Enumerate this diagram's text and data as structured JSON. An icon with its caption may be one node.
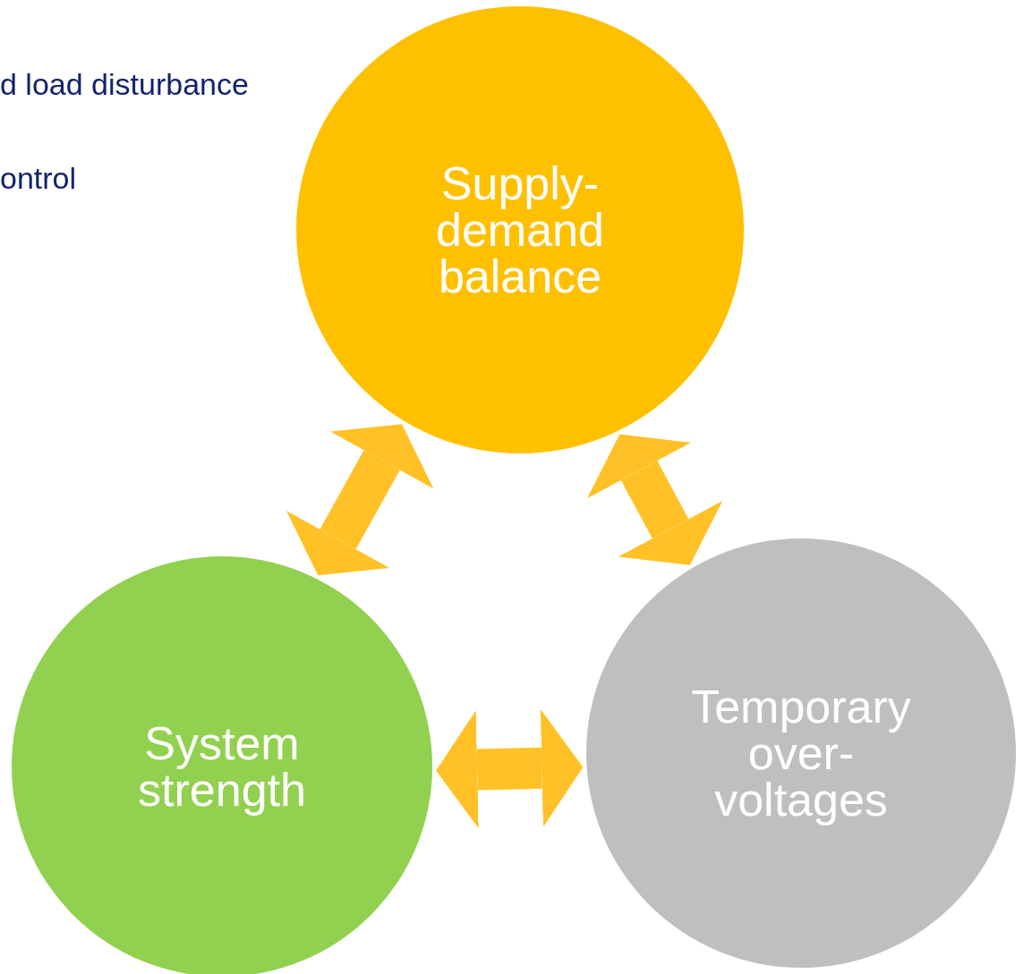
{
  "diagram": {
    "nodes": [
      {
        "text": [
          "Supply-demand balance"
        ]
      },
      {
        "text": [
          "System strength"
        ]
      },
      {
        "text": [
          "Temporary over-voltages"
        ]
      }
    ],
    "edges": [
      {
        "from": 0,
        "to": 1,
        "arrow": "both"
      },
      {
        "from": 0,
        "to": 2,
        "arrow": "both"
      },
      {
        "from": 1,
        "to": 2,
        "arrow": "both"
      }
    ],
    "labels": [
      "d load disturbance",
      "ontrol"
    ]
  }
}
